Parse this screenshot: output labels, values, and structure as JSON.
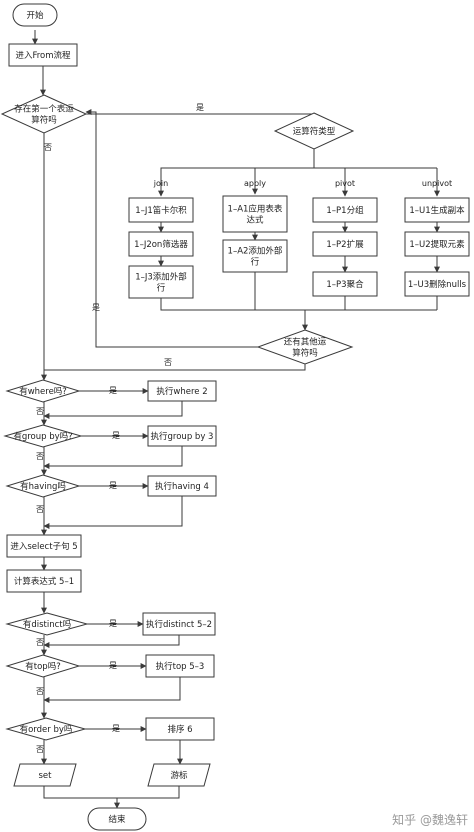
{
  "diagram": {
    "nodes": [
      {
        "id": "start",
        "shape": "terminal",
        "lines": [
          "开始"
        ]
      },
      {
        "id": "from",
        "shape": "process",
        "lines": [
          "进入From流程"
        ]
      },
      {
        "id": "first_op",
        "shape": "decision",
        "lines": [
          "存在第一个表运",
          "算符吗"
        ]
      },
      {
        "id": "op_type",
        "shape": "decision",
        "lines": [
          "运算符类型"
        ]
      },
      {
        "id": "j1",
        "shape": "process",
        "lines": [
          "1–J1笛卡尔积"
        ]
      },
      {
        "id": "j2",
        "shape": "process",
        "lines": [
          "1–J2on筛选器"
        ]
      },
      {
        "id": "j3",
        "shape": "process",
        "lines": [
          "1–J3添加外部",
          "行"
        ]
      },
      {
        "id": "a1",
        "shape": "process",
        "lines": [
          "1–A1应用表表",
          "达式"
        ]
      },
      {
        "id": "a2",
        "shape": "process",
        "lines": [
          "1–A2添加外部",
          "行"
        ]
      },
      {
        "id": "p1",
        "shape": "process",
        "lines": [
          "1–P1分组"
        ]
      },
      {
        "id": "p2",
        "shape": "process",
        "lines": [
          "1–P2扩展"
        ]
      },
      {
        "id": "p3",
        "shape": "process",
        "lines": [
          "1–P3聚合"
        ]
      },
      {
        "id": "u1",
        "shape": "process",
        "lines": [
          "1–U1生成副本"
        ]
      },
      {
        "id": "u2",
        "shape": "process",
        "lines": [
          "1–U2提取元素"
        ]
      },
      {
        "id": "u3",
        "shape": "process",
        "lines": [
          "1–U3删除nulls"
        ]
      },
      {
        "id": "more_op",
        "shape": "decision",
        "lines": [
          "还有其他运",
          "算符吗"
        ]
      },
      {
        "id": "where_q",
        "shape": "decision",
        "lines": [
          "有where吗?"
        ]
      },
      {
        "id": "where_do",
        "shape": "process",
        "lines": [
          "执行where 2"
        ]
      },
      {
        "id": "group_q",
        "shape": "decision",
        "lines": [
          "有group  by吗?"
        ]
      },
      {
        "id": "group_do",
        "shape": "process",
        "lines": [
          "执行group by 3"
        ]
      },
      {
        "id": "having_q",
        "shape": "decision",
        "lines": [
          "有having吗"
        ]
      },
      {
        "id": "having_do",
        "shape": "process",
        "lines": [
          "执行having 4"
        ]
      },
      {
        "id": "select",
        "shape": "process",
        "lines": [
          "进入select子句 5"
        ]
      },
      {
        "id": "calc",
        "shape": "process",
        "lines": [
          "计算表达式 5–1"
        ]
      },
      {
        "id": "distinct_q",
        "shape": "decision",
        "lines": [
          "有distinct吗"
        ]
      },
      {
        "id": "distinct_do",
        "shape": "process",
        "lines": [
          "执行distinct 5–2"
        ]
      },
      {
        "id": "top_q",
        "shape": "decision",
        "lines": [
          "有top吗?"
        ]
      },
      {
        "id": "top_do",
        "shape": "process",
        "lines": [
          "执行top 5–3"
        ]
      },
      {
        "id": "order_q",
        "shape": "decision",
        "lines": [
          "有order  by吗"
        ]
      },
      {
        "id": "order_do",
        "shape": "process",
        "lines": [
          "排序  6"
        ]
      },
      {
        "id": "set",
        "shape": "data",
        "lines": [
          "set"
        ]
      },
      {
        "id": "cursor",
        "shape": "data",
        "lines": [
          "游标"
        ]
      },
      {
        "id": "end",
        "shape": "terminal",
        "lines": [
          "结束"
        ]
      }
    ],
    "edge_labels": [
      {
        "id": "first_yes",
        "text": "是"
      },
      {
        "id": "first_no",
        "text": "否"
      },
      {
        "id": "branch_join",
        "text": "join"
      },
      {
        "id": "branch_apply",
        "text": "apply"
      },
      {
        "id": "branch_pivot",
        "text": "pivot"
      },
      {
        "id": "branch_unpivot",
        "text": "unpivot"
      },
      {
        "id": "more_yes",
        "text": "是"
      },
      {
        "id": "more_no",
        "text": "否"
      },
      {
        "id": "where_yes",
        "text": "是"
      },
      {
        "id": "where_no",
        "text": "否"
      },
      {
        "id": "group_yes",
        "text": "是"
      },
      {
        "id": "group_no",
        "text": "否"
      },
      {
        "id": "having_yes",
        "text": "是"
      },
      {
        "id": "having_no",
        "text": "否"
      },
      {
        "id": "distinct_yes",
        "text": "是"
      },
      {
        "id": "distinct_no",
        "text": "否"
      },
      {
        "id": "top_yes",
        "text": "是"
      },
      {
        "id": "top_no",
        "text": "否"
      },
      {
        "id": "order_yes",
        "text": "是"
      },
      {
        "id": "order_no",
        "text": "否"
      }
    ],
    "watermark": "知乎 @魏逸轩",
    "colors": {
      "stroke": "#3a3a3a",
      "fill": "#ffffff",
      "text": "#222222",
      "watermark": "#9a9a9a"
    }
  }
}
